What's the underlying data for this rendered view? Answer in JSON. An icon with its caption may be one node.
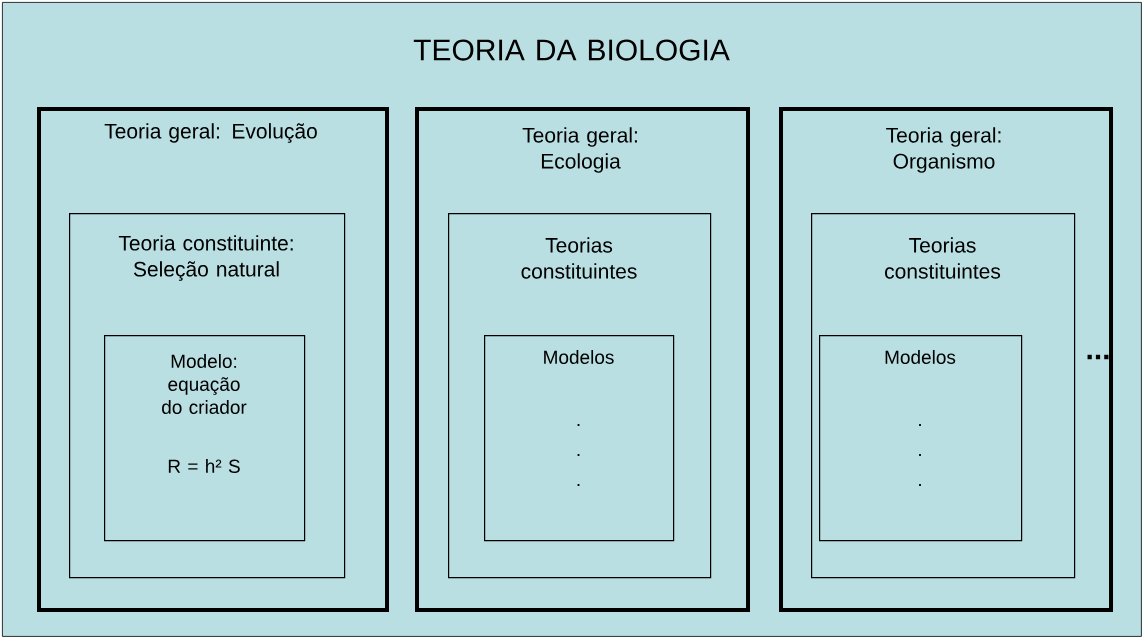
{
  "diagram": {
    "nodes": [
      {
        "text": [
          "TEORIA DA BIOLOGIA"
        ]
      },
      {
        "text": [
          "Teoria geral: Evolução"
        ],
        "in": 0
      },
      {
        "text": [
          "Teoria constituinte: Seleção natural"
        ],
        "in": 1
      },
      {
        "text": [
          "Modelo: equação do criador",
          "R = h² S"
        ],
        "in": 2
      },
      {
        "text": [
          "Teoria geral: Ecologia"
        ],
        "in": 0
      },
      {
        "text": [
          "Teorias constituintes"
        ],
        "in": 4
      },
      {
        "text": [
          "Modelos",
          ".",
          ".",
          "."
        ],
        "in": 5
      },
      {
        "text": [
          "Teoria geral: Organismo"
        ],
        "in": 0
      },
      {
        "text": [
          "Teorias constituintes"
        ],
        "in": 7
      },
      {
        "text": [
          "Modelos",
          ".",
          ".",
          "."
        ],
        "in": 8
      }
    ],
    "labels": [
      "..."
    ]
  }
}
